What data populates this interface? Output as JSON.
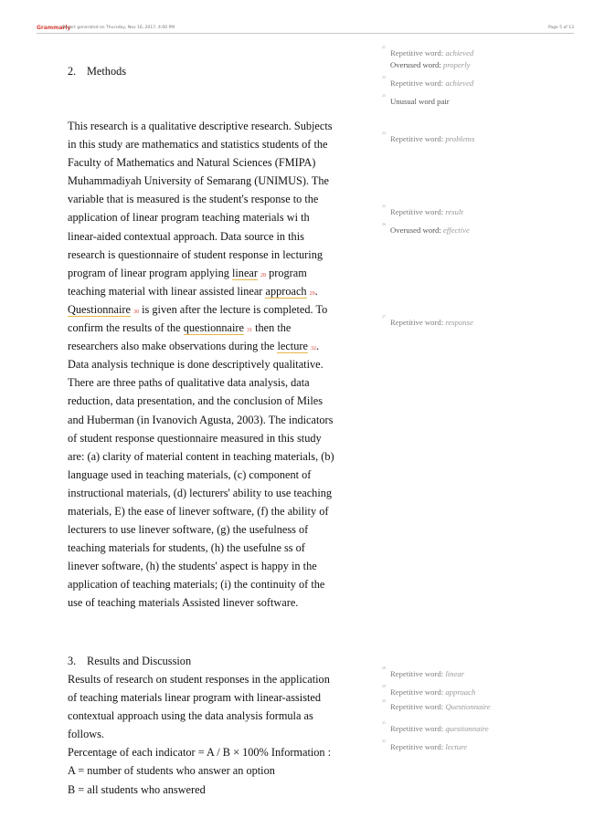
{
  "header": {
    "brand": "Grammarly",
    "report_generated": "Report generated on Thursday, Nov 16, 2017, 4:00 PM",
    "page_number": "Page 5 of 13"
  },
  "sections": {
    "methods": {
      "number": "2.",
      "title": "Methods"
    },
    "results": {
      "number": "3.",
      "title": "Results and Discussion"
    }
  },
  "methods_lines": {
    "l1": "This research is a qualitative descriptive research. Subjects",
    "l2": "in this study are mathematics and statistics students of the",
    "l3": "Faculty of Mathematics and Natural Sciences (FMIPA)",
    "l4": "Muhammadiyah University of Semarang (UNIMUS). The",
    "l5": "variable that is measured is the student's response to the",
    "l6": "application of linear program teaching materials wi th",
    "l7": "linear-aided contextual approach. Data source in this",
    "l8": "research is questionnaire of student response in lecturing",
    "l9_a": "program of linear program applying ",
    "l9_flag": "linear",
    "l9_ref": "28",
    "l9_b": " program",
    "l10_a": "teaching material with linear assisted linear ",
    "l10_flag": "approach",
    "l10_ref": "29",
    "l10_b": ".",
    "l11_flag": "Questionnaire",
    "l11_ref": "30",
    "l11_b": " is given after the lecture is completed. To",
    "l12_a": "confirm the results of the ",
    "l12_flag": "questionnaire",
    "l12_ref": "31",
    "l12_b": " then the",
    "l13_a": "researchers also make observations during the ",
    "l13_flag": "lecture",
    "l13_ref": "32",
    "l13_b": ".",
    "l14": "Data analysis technique is done descriptively qualitative.",
    "l15": "There are three paths of qualitative data analysis, data",
    "l16": "reduction, data presentation, and the conclusion of Miles",
    "l17": "and Huberman (in Ivanovich Agusta, 2003). The indicators",
    "l18": "of student response questionnaire measured in this study",
    "l19": "are: (a) clarity of material content in teaching materials, (b)",
    "l20": "language used in teaching materials, (c) component of",
    "l21": "instructional materials, (d) lecturers' ability to use teaching",
    "l22": "materials, E) the ease of linever software, (f) the ability of",
    "l23": "lecturers to use linever software, (g) the usefulness of",
    "l24": "teaching materials for students, (h) the usefulne ss of",
    "l25": "linever software, (h) the students' aspect is happy in the",
    "l26": "application of teaching materials; (i) the continuity of the",
    "l27": "use of teaching materials Assisted linever software."
  },
  "results_lines": {
    "l1": "Results of research on student responses in the application",
    "l2": "of teaching materials linear program with linear-assisted",
    "l3": "contextual approach using the data analysis formula as",
    "l4": "follows.",
    "l5": "Percentage of each indicator = A / B × 100% Information :",
    "l6": "A = number of students who answer an option",
    "l7": "B = all students who answered"
  },
  "issues": [
    {
      "marker": "21",
      "kind": "Repetitive word:",
      "word": "achieved"
    },
    {
      "marker": "",
      "kind": "Overused word:",
      "word": "properly"
    },
    {
      "marker": "22",
      "kind": "Repetitive word:",
      "word": "achieved"
    },
    {
      "marker": "23",
      "kind": "Unusual word pair",
      "word": ""
    },
    {
      "marker": "24",
      "kind": "Repetitive word:",
      "word": "problems"
    },
    {
      "marker": "25",
      "kind": "Repetitive word:",
      "word": "result"
    },
    {
      "marker": "26",
      "kind": "Overused word:",
      "word": "effective"
    },
    {
      "marker": "27",
      "kind": "Repetitive word:",
      "word": "response"
    },
    {
      "marker": "28",
      "kind": "Repetitive word:",
      "word": "linear"
    },
    {
      "marker": "29",
      "kind": "Repetitive word:",
      "word": "approach"
    },
    {
      "marker": "30",
      "kind": "Repetitive word:",
      "word": "Questionnaire"
    },
    {
      "marker": "31",
      "kind": "Repetitive word:",
      "word": "questionnaire"
    },
    {
      "marker": "32",
      "kind": "Repetitive word:",
      "word": "lecture"
    }
  ]
}
